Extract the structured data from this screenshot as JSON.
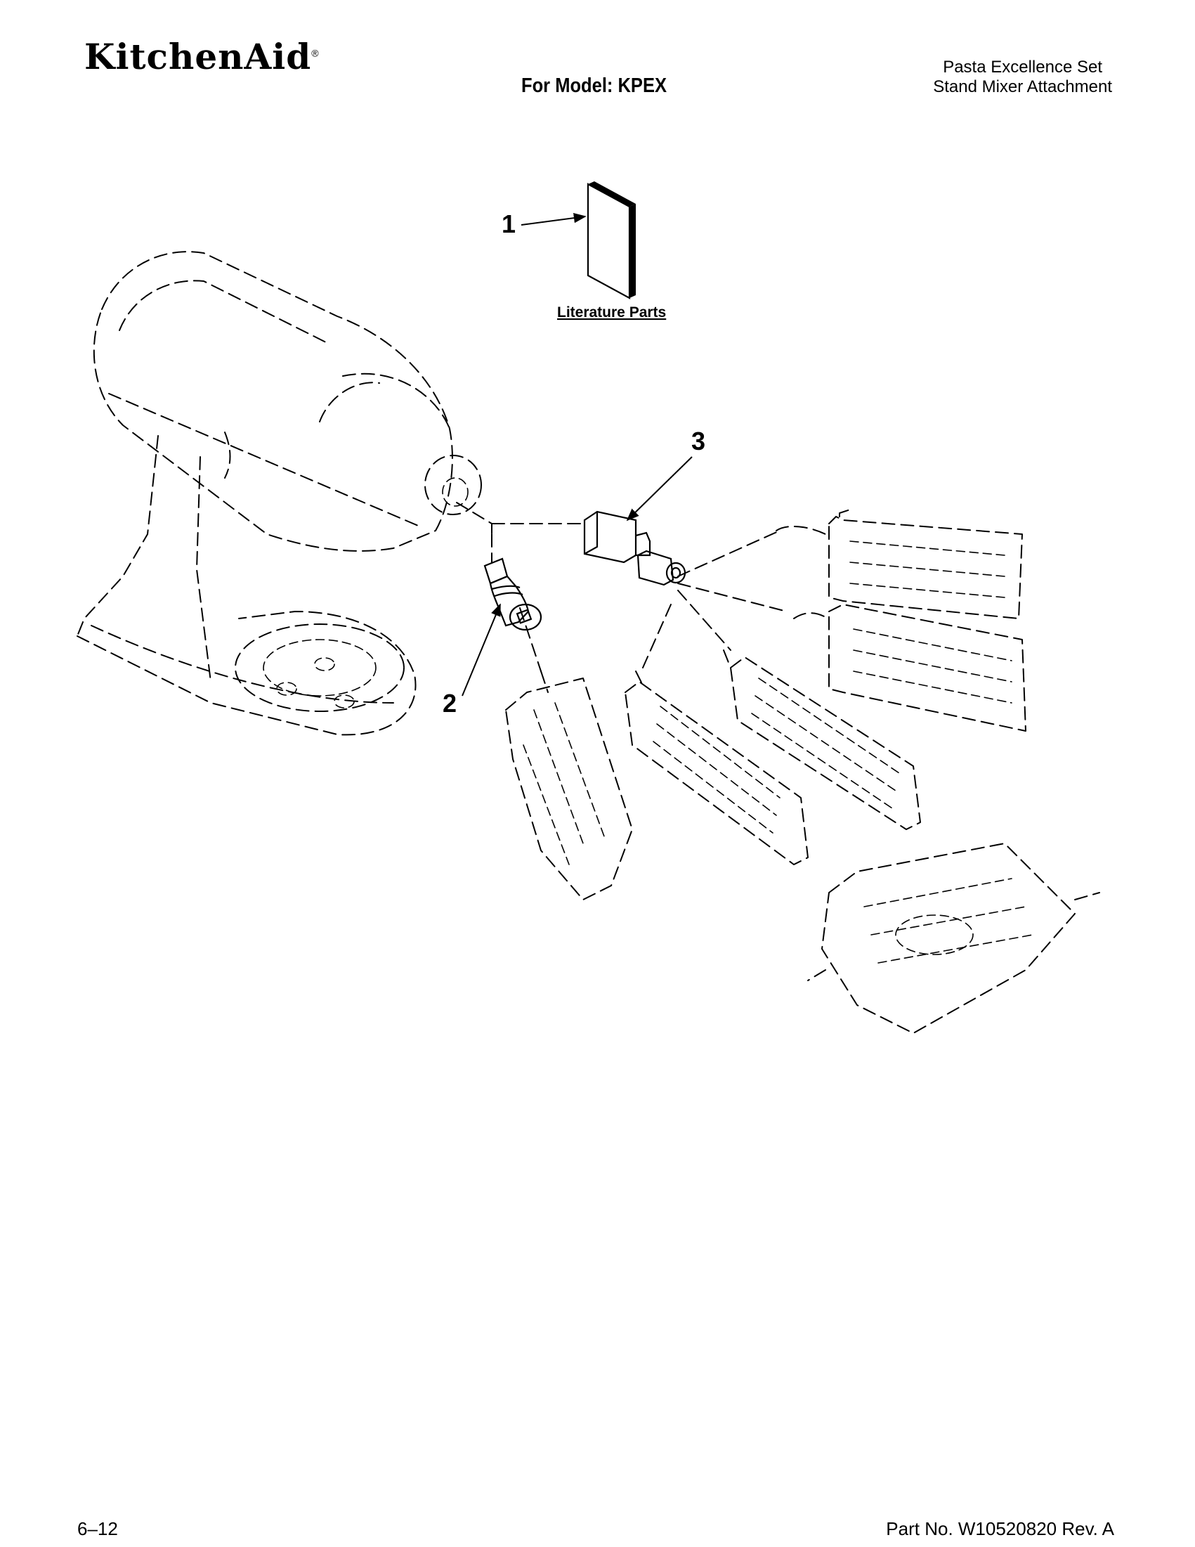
{
  "header": {
    "brand": "KitchenAid",
    "brand_mark": "®",
    "model_line": "For Model: KPEX",
    "product_title_line1": "Pasta Excellence Set",
    "product_title_line2": "Stand Mixer Attachment"
  },
  "diagram": {
    "callouts": [
      {
        "number": "1",
        "target": "literature-parts"
      },
      {
        "number": "2",
        "target": "pasta-roller-shaft-adapter"
      },
      {
        "number": "3",
        "target": "pasta-cutter-drive-adapter"
      }
    ],
    "literature_label": "Literature Parts"
  },
  "footer": {
    "date_code": "6–12",
    "part_number": "Part No. W10520820 Rev. A"
  }
}
